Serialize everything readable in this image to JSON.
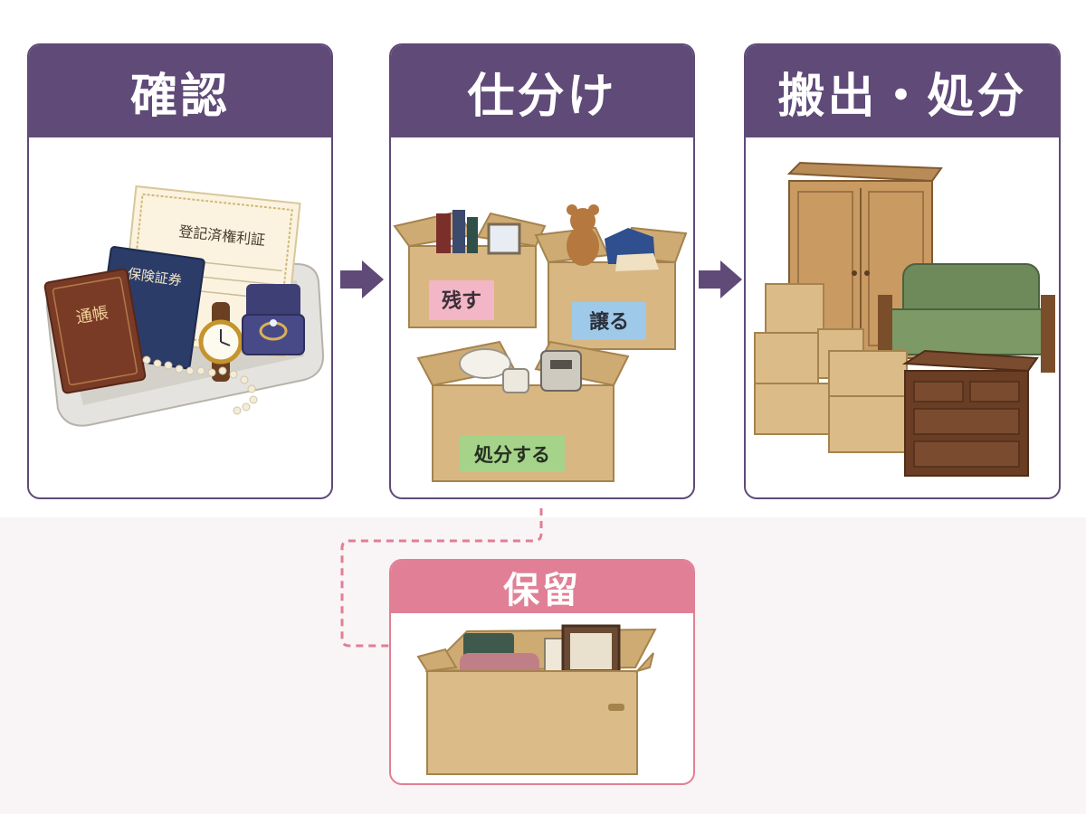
{
  "steps": [
    {
      "title": "確認",
      "items": {
        "certificate": "登記済権利証",
        "insurance": "保険証券",
        "bankbook": "通帳"
      }
    },
    {
      "title": "仕分け",
      "labels": {
        "keep": "残す",
        "give": "譲る",
        "dispose": "処分する"
      }
    },
    {
      "title": "搬出・処分"
    }
  ],
  "hold": {
    "title": "保留"
  },
  "colors": {
    "primary": "#5f4a78",
    "hold": "#e07f95",
    "keep_label": "#f2b6c6",
    "give_label": "#9fc9e8",
    "dispose_label": "#a6d38a"
  }
}
